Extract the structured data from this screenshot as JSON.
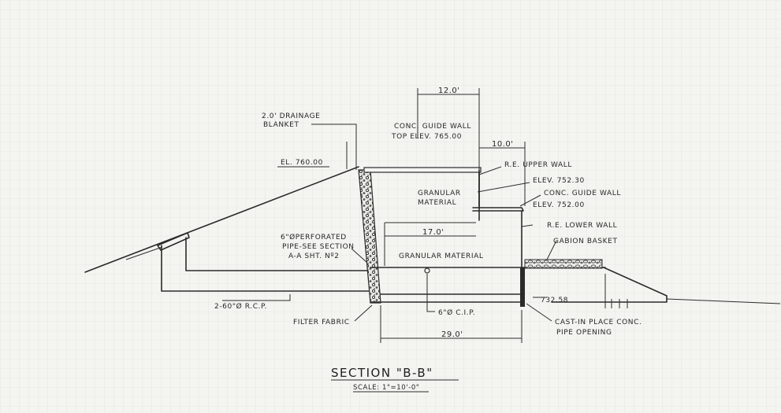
{
  "drawing": {
    "title": "SECTION \"B-B\"",
    "scale": "SCALE: 1\"=10'-0\""
  },
  "dimensions": {
    "guide_wall_width": "12.0'",
    "upper_offset": "10.0'",
    "upper_granular_width": "17.0'",
    "total_width": "29.0'"
  },
  "labels": {
    "drainage_blanket_1": "2.0' DRAINAGE",
    "drainage_blanket_2": "BLANKET",
    "guide_wall_top_1": "CONC. GUIDE WALL",
    "guide_wall_top_2": "TOP ELEV. 765.00",
    "el_760": "EL. 760.00",
    "re_upper_wall": "R.E. UPPER WALL",
    "elev_752_30": "ELEV. 752.30",
    "conc_guide_wall": "CONC. GUIDE WALL",
    "elev_752_00": "ELEV. 752.00",
    "granular_upper_1": "GRANULAR",
    "granular_upper_2": "MATERIAL",
    "re_lower_wall": "R.E. LOWER WALL",
    "gabion_basket": "GABION BASKET",
    "perforated_1": "6\"ØPERFORATED",
    "perforated_2": "PIPE-SEE SECTION",
    "perforated_3": "A-A SHT. Nº2",
    "granular_lower": "GRANULAR MATERIAL",
    "rcp": "2-60\"Ø R.C.P.",
    "cip": "6\"Ø C.I.P.",
    "elev_732_58": "732.58",
    "filter_fabric": "FILTER FABRIC",
    "cast_in_place_1": "CAST-IN PLACE CONC.",
    "cast_in_place_2": "PIPE OPENING"
  }
}
